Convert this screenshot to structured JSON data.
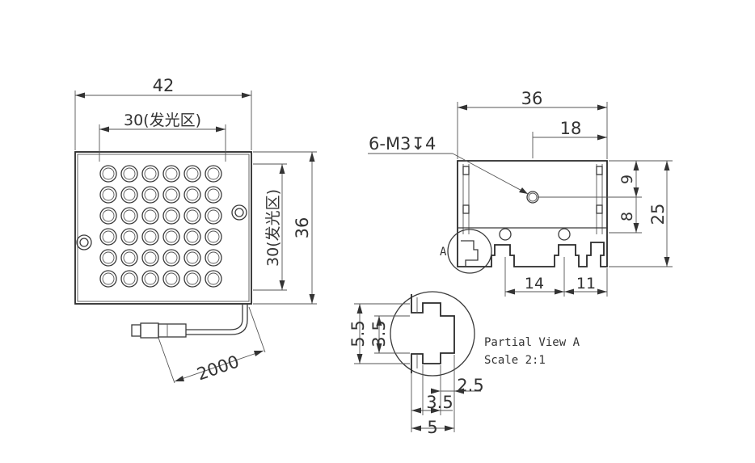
{
  "front_view": {
    "width_dim": "42",
    "emitting_width_dim": "30(发光区)",
    "height_dim": "36",
    "emitting_height_dim": "30(发光区)",
    "cable_length_dim": "2000"
  },
  "side_view": {
    "width_dim": "36",
    "hole_offset_dim": "18",
    "thread_callout": "6-M3↧4",
    "height_dim": "25",
    "hole_height_dim": "9",
    "slot_height_dim": "8",
    "slot_spacing_dim": "14",
    "slot_edge_dim": "11",
    "detail_label": "A"
  },
  "detail_view": {
    "title": "Partial View A",
    "scale": "Scale 2:1",
    "outer_height_dim": "5.5",
    "inner_height_dim": "3.5",
    "inner_width_dim": "2.5",
    "mid_width_dim": "3.5",
    "outer_width_dim": "5"
  }
}
